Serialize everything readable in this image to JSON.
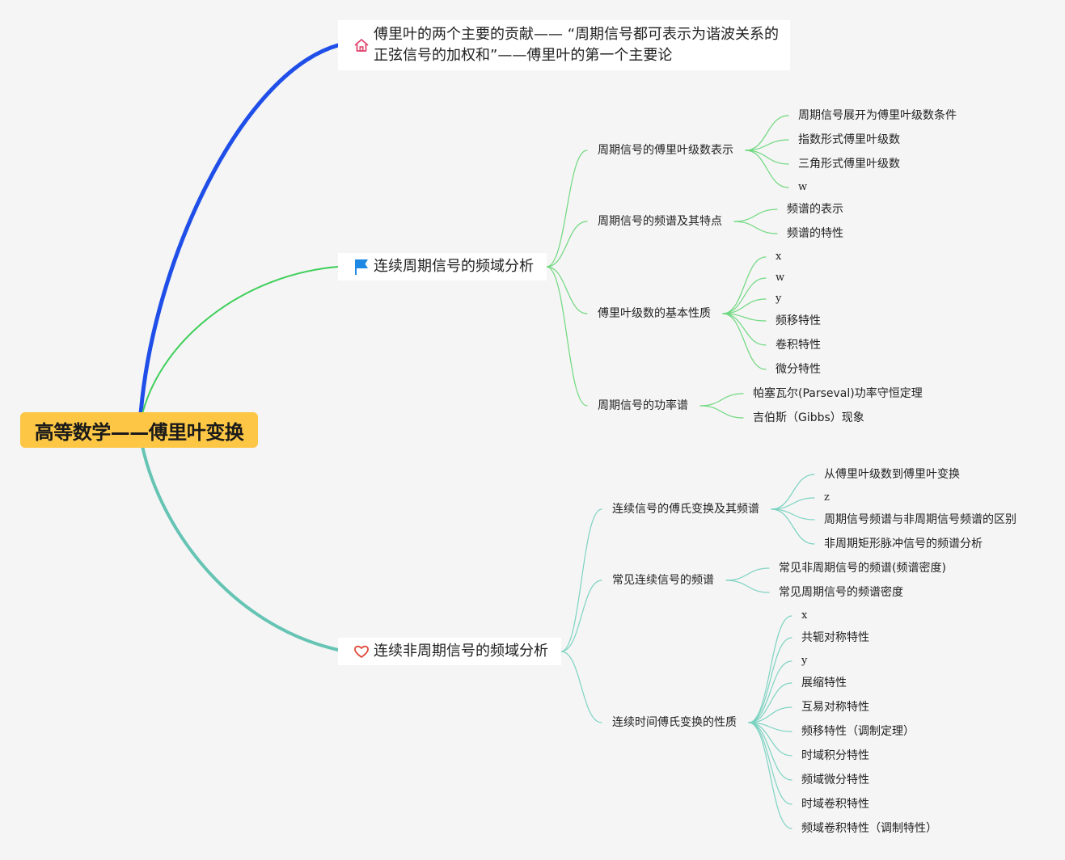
{
  "root": "高等数学——傅里叶变换",
  "topic1": {
    "icon": "home-icon",
    "text": "傅里叶的两个主要的贡献—— “周期信号都可表示为谐波关系的正弦信号的加权和”——傅里叶的第一个主要论"
  },
  "topic2": {
    "icon": "flag-icon",
    "text": "连续周期信号的频域分析",
    "subs": [
      {
        "label": "周期信号的傅里叶级数表示",
        "leaves": [
          "周期信号展开为傅里叶级数条件",
          "指数形式傅里叶级数",
          "三角形式傅里叶级数",
          "w"
        ]
      },
      {
        "label": "周期信号的频谱及其特点",
        "leaves": [
          "频谱的表示",
          "频谱的特性"
        ]
      },
      {
        "label": "傅里叶级数的基本性质",
        "leaves": [
          "x",
          "w",
          "y",
          "频移特性",
          "卷积特性",
          "微分特性"
        ]
      },
      {
        "label": "周期信号的功率谱",
        "leaves": [
          "帕塞瓦尔(Parseval)功率守恒定理",
          "吉伯斯（Gibbs）现象"
        ]
      }
    ]
  },
  "topic3": {
    "icon": "heart-icon",
    "text": "连续非周期信号的频域分析",
    "subs": [
      {
        "label": "连续信号的傅氏变换及其频谱",
        "leaves": [
          "从傅里叶级数到傅里叶变换",
          "z",
          "周期信号频谱与非周期信号频谱的区别",
          "非周期矩形脉冲信号的频谱分析"
        ]
      },
      {
        "label": "常见连续信号的频谱",
        "leaves": [
          "常见非周期信号的频谱(频谱密度)",
          "常见周期信号的频谱密度"
        ]
      },
      {
        "label": "连续时间傅氏变换的性质",
        "leaves": [
          "x",
          "共轭对称特性",
          "y",
          "展缩特性",
          "互易对称特性",
          "频移特性（调制定理）",
          "时域积分特性",
          "频域微分特性",
          "时域卷积特性",
          "频域卷积特性（调制特性）"
        ]
      }
    ]
  },
  "colors": {
    "root_fill": "#fdc745",
    "branch1": "#1f4fe8",
    "branch2": "#3fcf5a",
    "branch3": "#66c4b4",
    "sub_lines_green": "#6fd87f",
    "sub_lines_teal": "#7dd3c2",
    "home_icon": "#e0466e",
    "flag_icon": "#1e88e5",
    "heart_icon": "#e04a3a"
  }
}
